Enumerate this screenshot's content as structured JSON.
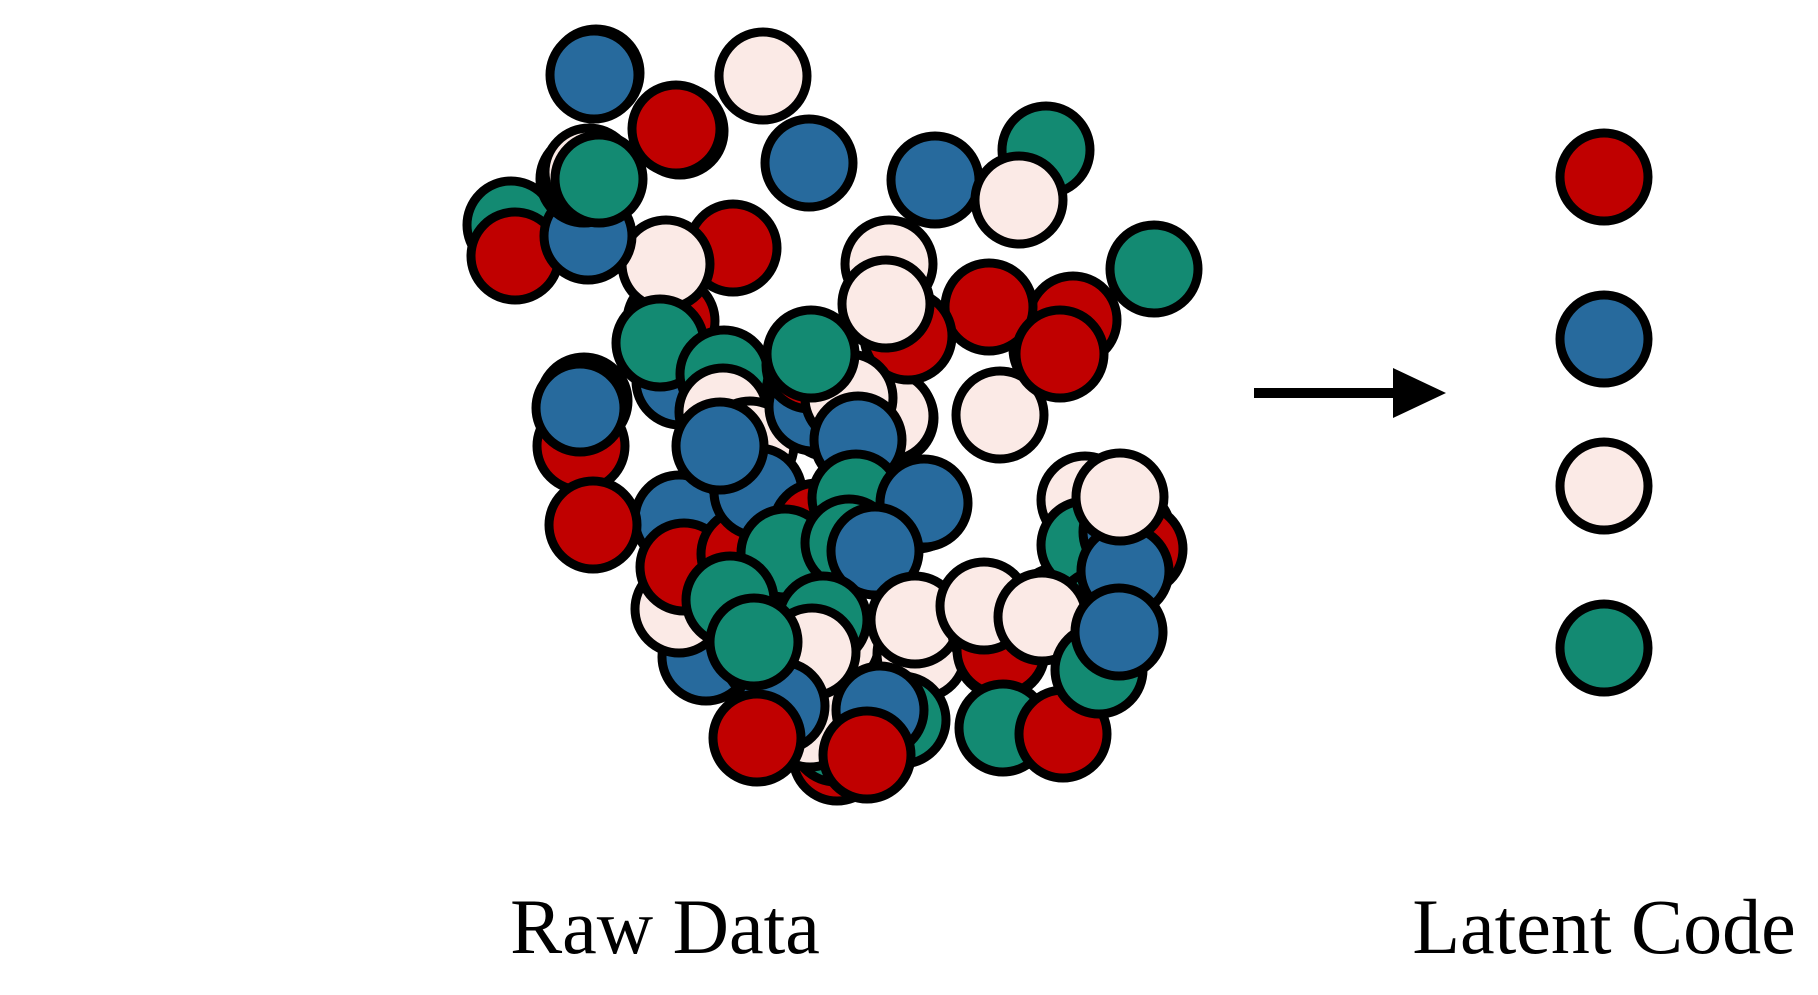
{
  "colors": {
    "red": "#c00000",
    "blue": "#276a9d",
    "cream": "#fbeae6",
    "green": "#138a72",
    "outline": "#000000"
  },
  "raw_data": {
    "label": "Raw Data",
    "dots": [
      "red",
      "blue",
      "blue",
      "cream",
      "blue",
      "red",
      "cream",
      "blue",
      "red",
      "cream",
      "green",
      "red",
      "blue",
      "red",
      "blue",
      "red",
      "blue",
      "cream",
      "green",
      "green",
      "red",
      "red",
      "green",
      "red",
      "cream",
      "green",
      "blue",
      "cream",
      "red",
      "green",
      "cream",
      "cream",
      "blue",
      "red",
      "cream",
      "green",
      "blue",
      "cream",
      "blue",
      "cream",
      "blue",
      "blue",
      "green",
      "cream",
      "red",
      "red",
      "cream",
      "red",
      "green",
      "blue",
      "red",
      "cream",
      "cream",
      "red",
      "cream",
      "blue",
      "blue",
      "blue",
      "red",
      "cream",
      "green",
      "green",
      "red",
      "green",
      "blue",
      "green",
      "green",
      "blue",
      "cream",
      "blue",
      "red",
      "cream",
      "green",
      "blue",
      "red",
      "green",
      "cream",
      "blue",
      "green",
      "red",
      "green",
      "cream",
      "blue",
      "red",
      "green",
      "blue",
      "red",
      "blue",
      "cream",
      "green",
      "red",
      "cream",
      "green",
      "cream",
      "red",
      "green",
      "blue"
    ]
  },
  "arrow": {
    "direction": "right"
  },
  "latent_code": {
    "label": "Latent Code",
    "dots": [
      "red",
      "blue",
      "cream",
      "green"
    ]
  }
}
